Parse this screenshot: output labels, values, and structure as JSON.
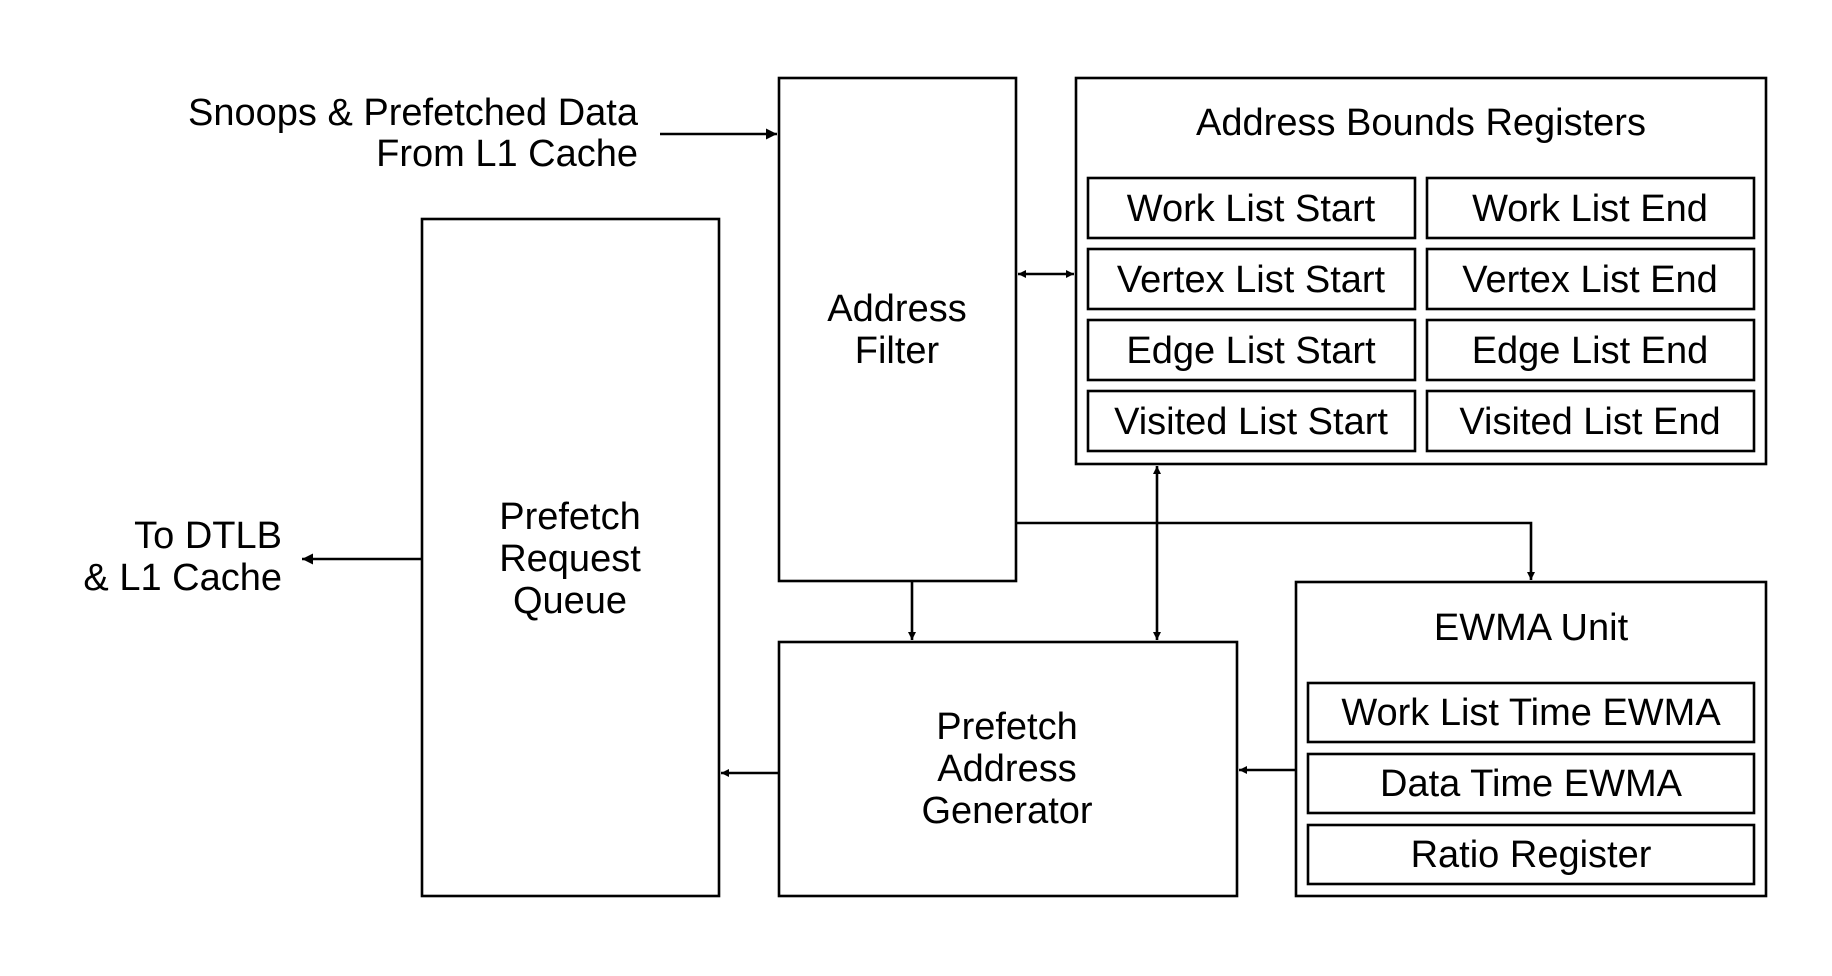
{
  "labels": {
    "input_line1": "Snoops & Prefetched Data",
    "input_line2": "From L1 Cache",
    "output_line1": "To DTLB",
    "output_line2": "& L1 Cache"
  },
  "blocks": {
    "address_filter": [
      "Address",
      "Filter"
    ],
    "prefetch_request_queue": [
      "Prefetch",
      "Request",
      "Queue"
    ],
    "prefetch_address_generator": [
      "Prefetch",
      "Address",
      "Generator"
    ],
    "address_bounds": {
      "title": "Address Bounds Registers",
      "cells": [
        "Work List Start",
        "Work List End",
        "Vertex List Start",
        "Vertex List End",
        "Edge List Start",
        "Edge List End",
        "Visited List Start",
        "Visited List End"
      ]
    },
    "ewma_unit": {
      "title": "EWMA Unit",
      "cells": [
        "Work List Time EWMA",
        "Data Time EWMA",
        "Ratio Register"
      ]
    }
  }
}
